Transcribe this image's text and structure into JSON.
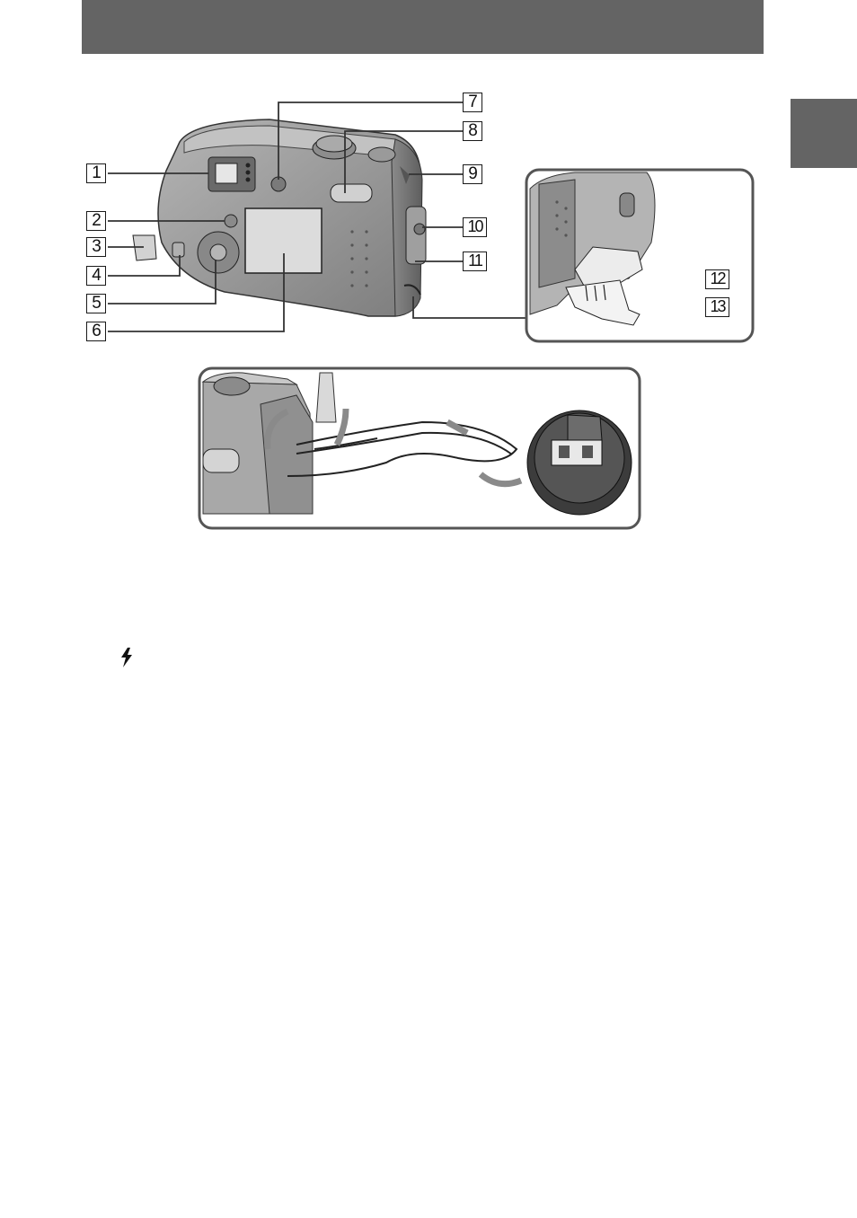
{
  "page": {
    "colors": {
      "header": "#646464",
      "tab": "#646464",
      "frame": "#555555",
      "camera_body": "#9a9a9a",
      "camera_dark": "#6e6e6e"
    }
  },
  "callouts": [
    "1",
    "2",
    "3",
    "4",
    "5",
    "6",
    "7",
    "8",
    "9",
    "10",
    "11",
    "12",
    "13"
  ],
  "icons": {
    "flash": "flash-bolt-icon"
  }
}
